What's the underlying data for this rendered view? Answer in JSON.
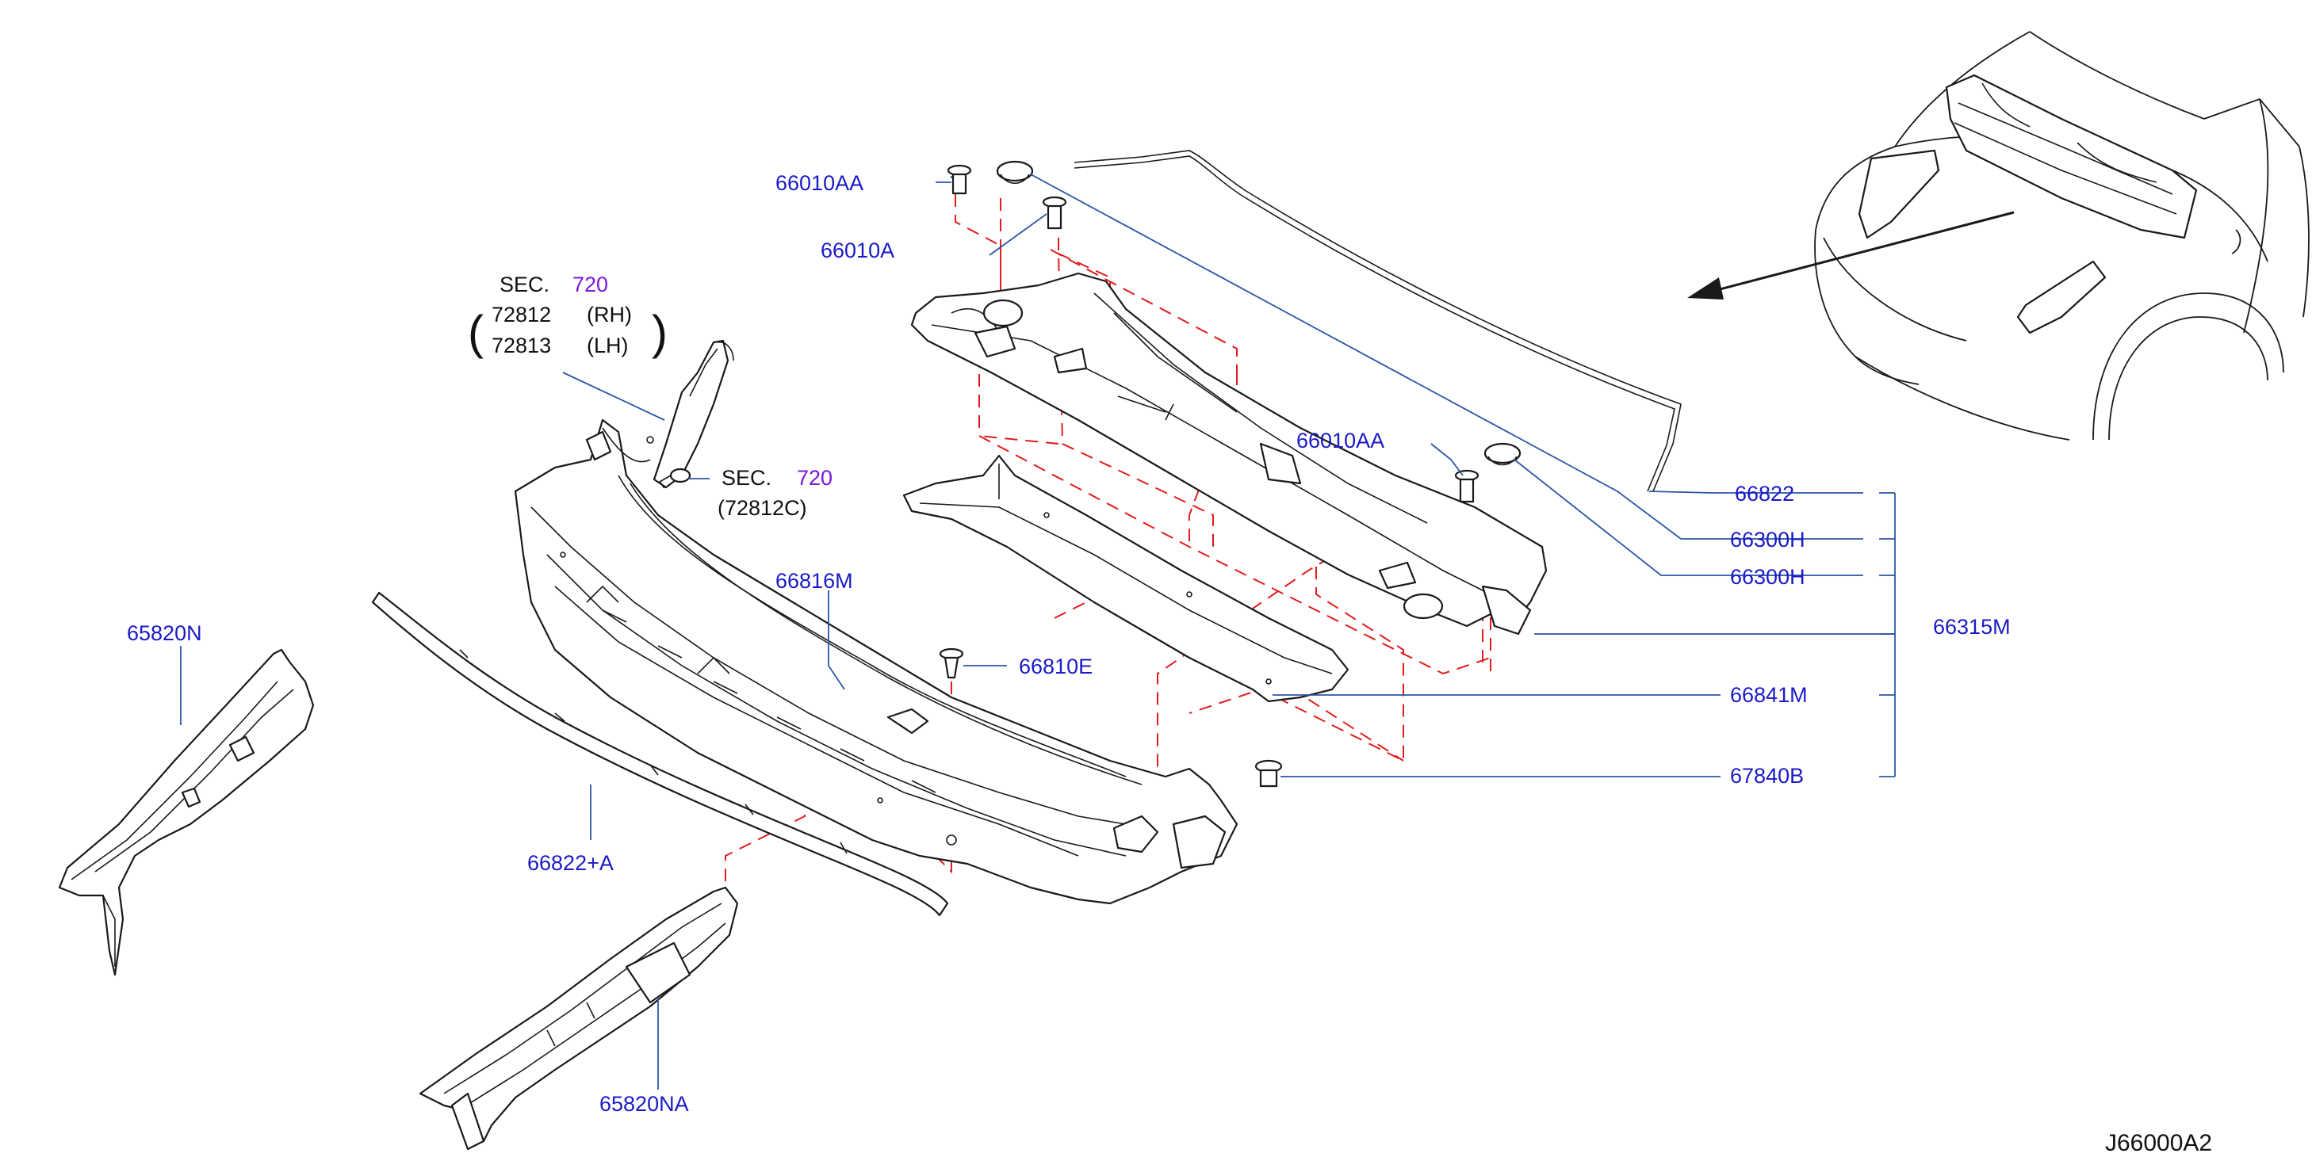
{
  "diagram_id": "J66000A2",
  "sec_ref_top": {
    "sec_word": "SEC.",
    "sec_num": "720",
    "part_rh": "72812",
    "side_rh": "(RH)",
    "part_lh": "72813",
    "side_lh": "(LH)"
  },
  "sec_ref_mid": {
    "sec_word": "SEC.",
    "sec_num": "720",
    "part": "(72812C)"
  },
  "labels": {
    "p66010AA_top": "66010AA",
    "p66010A": "66010A",
    "p66010AA_right": "66010AA",
    "p66822": "66822",
    "p66300H_a": "66300H",
    "p66300H_b": "66300H",
    "p66315M": "66315M",
    "p66841M": "66841M",
    "p67840B": "67840B",
    "p66816M": "66816M",
    "p66810E": "66810E",
    "p65820N": "65820N",
    "p66822A": "66822+A",
    "p65820NA": "65820NA"
  },
  "colors": {
    "part_number": "#1a1ac8",
    "section_number": "#7a1ad6",
    "assembly_lines": "#e21b1b",
    "leader_lines": "#2b55a5"
  }
}
